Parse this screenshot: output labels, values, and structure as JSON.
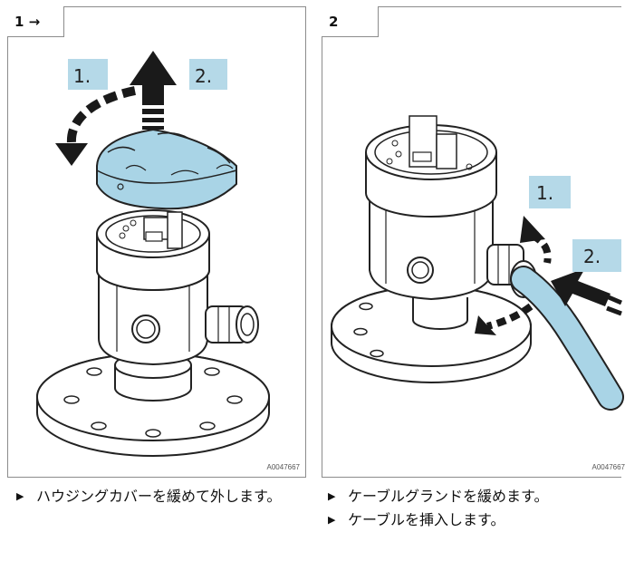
{
  "panel1": {
    "number": "1 →",
    "code": "A0047667",
    "callout1": "1.",
    "callout2": "2.",
    "step": "ハウジングカバーを緩めて外します。"
  },
  "panel2": {
    "number": "2",
    "code": "A0047667",
    "callout1": "1.",
    "callout2": "2.",
    "steps": [
      "ケーブルグランドを緩めます。",
      "ケーブルを挿入します。"
    ]
  },
  "colors": {
    "accent": "#a9d4e6",
    "callout": "#b5d9e8",
    "line": "#222222"
  },
  "icons": {
    "bullet": "triangle-right"
  }
}
